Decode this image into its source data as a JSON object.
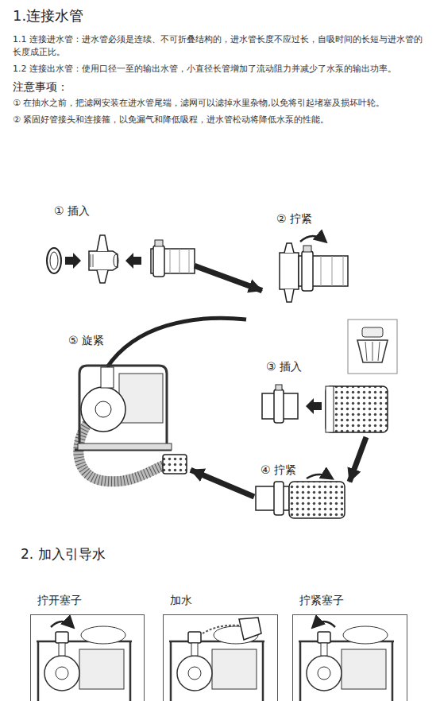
{
  "diagram": {
    "title": "1.连接水管",
    "nodes": [
      {
        "text": [
          "① 插入"
        ]
      },
      {
        "text": [
          "② 拧紧"
        ]
      },
      {
        "text": [
          "③ 插入"
        ]
      },
      {
        "text": [
          "④ 拧紧"
        ]
      },
      {
        "text": [
          "⑤ 旋紧"
        ]
      },
      {
        "text": [
          "拧开塞子"
        ]
      },
      {
        "text": [
          "加水"
        ]
      },
      {
        "text": [
          "拧紧塞子"
        ]
      }
    ],
    "edges": [
      {
        "from": 0,
        "to": 1,
        "arrow": "to"
      },
      {
        "from": 2,
        "to": 3,
        "arrow": "to"
      },
      {
        "from": 3,
        "to": 4,
        "arrow": "to"
      }
    ],
    "labels": [
      "1.1 连接进水管：进水管必须是连续、不可折叠结构的，进水管长度不应过长，自吸时间的长短与进水管的长度成正比。",
      "1.2 连接出水管：使用口径一至的输出水管，小直径长管增加了流动阻力并减少了水泵的输出功率。",
      "注意事项：",
      "① 在抽水之前，把滤网安装在进水管尾端，滤网可以滤掉水里杂物,以免将引起堵塞及损坏叶轮。",
      "② 紧固好管接头和连接箍，以免漏气和降低吸程，进水管松动将降低水泵的性能。",
      "2. 加入引导水"
    ]
  }
}
